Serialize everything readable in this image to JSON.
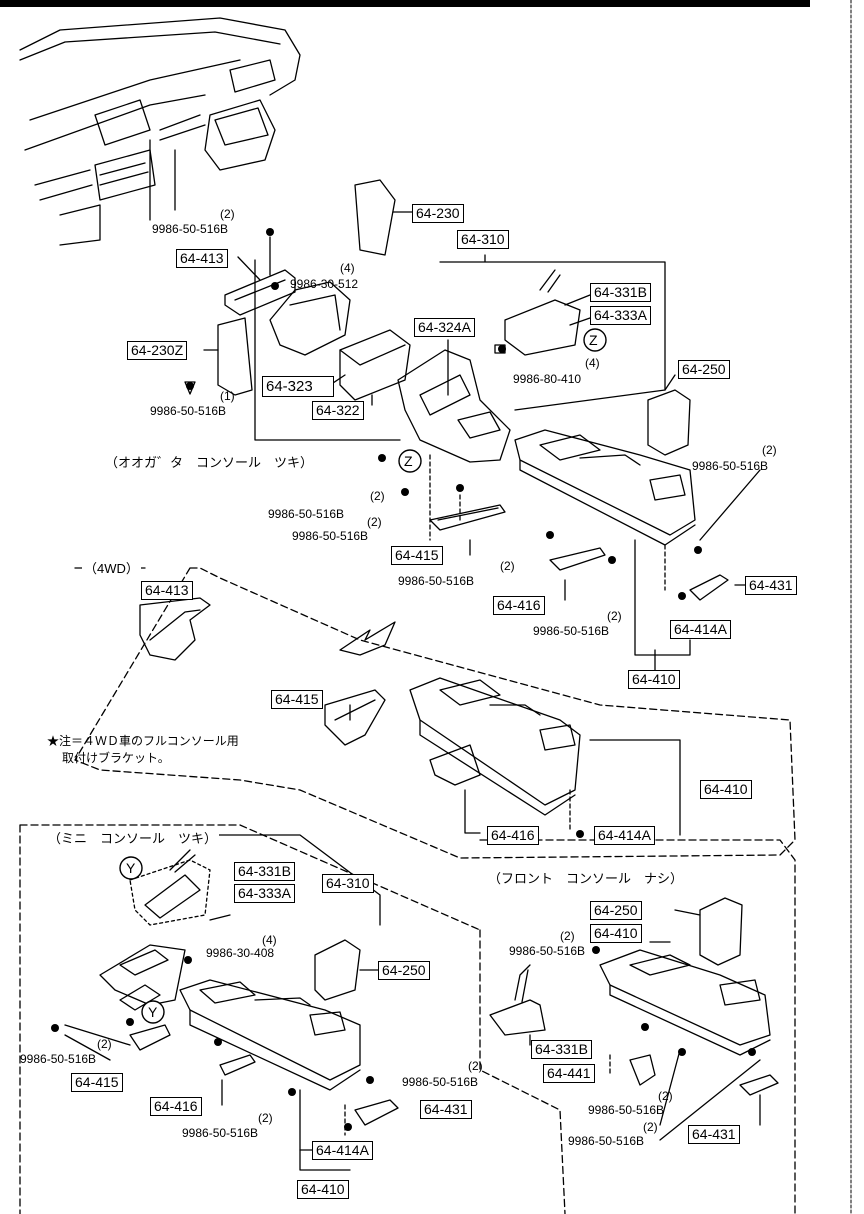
{
  "section_headers": {
    "large_console": "（オオガ゛タ　コンソール　ツキ）",
    "wd4": "（4WD）",
    "mini_console": "（ミニ　コンソール　ツキ）",
    "no_front_console": "（フロント　コンソール　ナシ）"
  },
  "note": {
    "line1": "★注＝４ＷＤ車のフルコンソール用",
    "line2": "取付けブラケット。"
  },
  "callouts": {
    "z1": "Z",
    "z2": "Z",
    "y1": "Y",
    "y2": "Y"
  },
  "parts": {
    "p64_230": "64-230",
    "p64_310_top": "64-310",
    "p64_413_top": "64-413",
    "p64_230z": "64-230Z",
    "p64_323": "64-323",
    "p64_322": "64-322",
    "p64_324a": "64-324A",
    "p64_331b_top": "64-331B",
    "p64_333a_top": "64-333A",
    "p64_250_top": "64-250",
    "p64_415_top": "64-415",
    "p64_416_top": "64-416",
    "p64_431_top": "64-431",
    "p64_414a_top": "64-414A",
    "p64_410_top": "64-410",
    "p64_413_4wd": "64-413",
    "p64_415_4wd": "64-415",
    "p64_416_4wd": "64-416",
    "p64_414a_4wd": "64-414A",
    "p64_410_4wd": "64-410",
    "p64_331b_mini": "64-331B",
    "p64_333a_mini": "64-333A",
    "p64_310_mini": "64-310",
    "p64_250_mini": "64-250",
    "p64_415_mini": "64-415",
    "p64_416_mini": "64-416",
    "p64_431_mini": "64-431",
    "p64_414a_mini": "64-414A",
    "p64_410_mini": "64-410",
    "p64_250_nf": "64-250",
    "p64_410_nf": "64-410",
    "p64_331b_nf": "64-331B",
    "p64_441_nf": "64-441",
    "p64_431_nf": "64-431"
  },
  "fasteners": {
    "f1_qty": "(2)",
    "f1_no": "9986-50-516B",
    "f2_qty": "(4)",
    "f2_no": "9986-30-512",
    "f3_qty": "(1)",
    "f3_no": "9986-50-516B",
    "f4_qty": "(4)",
    "f4_no": "9986-80-410",
    "f5_qty": "(2)",
    "f5_no": "9986-50-516B",
    "f6_qty": "(2)",
    "f6_no": "9986-50-516B",
    "f7_qty": "(2)",
    "f7_no": "9986-50-516B",
    "f8_qty": "(2)",
    "f8_no": "9986-50-516B",
    "f9_qty": "(2)",
    "f9_no": "9986-50-516B",
    "f10_qty": "(4)",
    "f10_no": "9986-30-408",
    "f11_qty": "(2)",
    "f11_no": "9986-50-516B",
    "f12_qty": "(2)",
    "f12_no": "9986-50-516B",
    "f13_qty": "(2)",
    "f13_no": "9986-50-516B",
    "f14_qty": "(2)",
    "f14_no": "9986-50-516B",
    "f15_qty": "(2)",
    "f15_no": "9986-50-516B",
    "f16_qty": "(2)",
    "f16_no": "9986-50-516B"
  }
}
